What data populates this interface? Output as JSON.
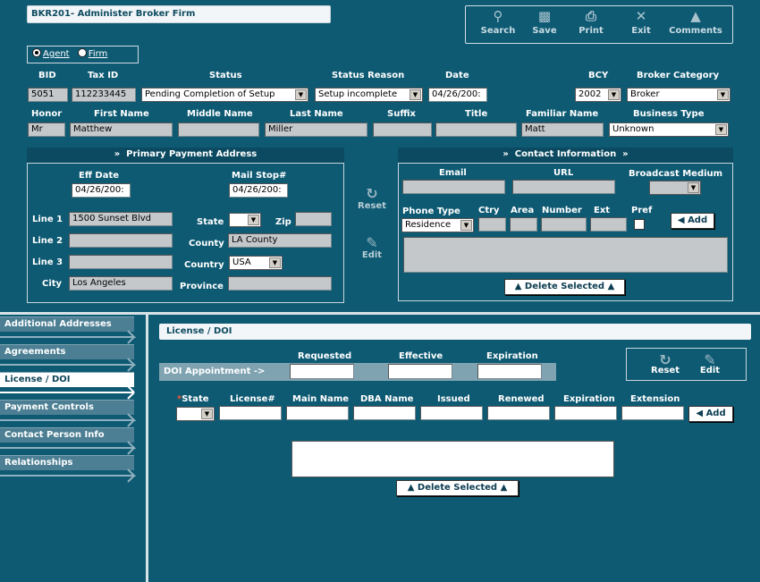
{
  "window_title": "BKR201- Administer Broker Firm",
  "toolbar": {
    "search": "Search",
    "save": "Save",
    "print": "Print",
    "exit": "Exit",
    "comments": "Comments"
  },
  "entity_type": {
    "agent": "Agent",
    "firm": "Firm",
    "selected": "Agent"
  },
  "row1_labels": {
    "bid": "BID",
    "tax_id": "Tax ID",
    "status": "Status",
    "status_reason": "Status Reason",
    "date": "Date",
    "bcy": "BCY",
    "broker_category": "Broker Category"
  },
  "row1_values": {
    "bid": "5051",
    "tax_id": "112233445",
    "status": "Pending Completion of Setup",
    "status_reason": "Setup incomplete",
    "date": "04/26/200:",
    "bcy": "2002",
    "broker_category": "Broker"
  },
  "row2_labels": {
    "honor": "Honor",
    "first_name": "First Name",
    "middle_name": "Middle Name",
    "last_name": "Last Name",
    "suffix": "Suffix",
    "title": "Title",
    "familiar_name": "Familiar Name",
    "business_type": "Business Type"
  },
  "row2_values": {
    "honor": "Mr",
    "first_name": "Matthew",
    "middle_name": "",
    "last_name": "Miller",
    "suffix": "",
    "title": "",
    "familiar_name": "Matt",
    "business_type": "Unknown"
  },
  "payment_address": {
    "header": "Primary Payment Address",
    "eff_date_label": "Eff Date",
    "eff_date": "04/26/200:",
    "mail_stop_label": "Mail Stop#",
    "mail_stop": "04/26/200:",
    "line1_label": "Line 1",
    "line1": "1500 Sunset Blvd",
    "line2_label": "Line 2",
    "line2": "",
    "line3_label": "Line 3",
    "line3": "",
    "city_label": "City",
    "city": "Los Angeles",
    "state_label": "State",
    "state": "",
    "zip_label": "Zip",
    "zip": "",
    "county_label": "County",
    "county": "LA County",
    "country_label": "Country",
    "country": "USA",
    "province_label": "Province",
    "province": ""
  },
  "mid_actions": {
    "reset": "Reset",
    "edit": "Edit"
  },
  "contact": {
    "header": "Contact Information",
    "email_label": "Email",
    "url_label": "URL",
    "broadcast_label": "Broadcast Medium",
    "phone_type_label": "Phone Type",
    "ctry_label": "Ctry",
    "area_label": "Area",
    "number_label": "Number",
    "ext_label": "Ext",
    "pref_label": "Pref",
    "phone_type": "Residence",
    "add_label": "Add",
    "delete_label": "Delete Selected"
  },
  "nav": [
    {
      "label": "Additional Addresses"
    },
    {
      "label": "Agreements"
    },
    {
      "label": "License / DOI"
    },
    {
      "label": "Payment Controls"
    },
    {
      "label": "Contact Person Info"
    },
    {
      "label": "Relationships"
    }
  ],
  "license": {
    "header": "License / DOI",
    "requested_label": "Requested",
    "effective_label": "Effective",
    "expiration_label": "Expiration",
    "doi_label": "DOI Appointment ->",
    "reset": "Reset",
    "edit": "Edit",
    "cols": {
      "state": "State",
      "license": "License#",
      "main_name": "Main Name",
      "dba_name": "DBA Name",
      "issued": "Issued",
      "renewed": "Renewed",
      "expiration": "Expiration",
      "extension": "Extension"
    },
    "add_label": "Add",
    "delete_label": "Delete Selected"
  }
}
